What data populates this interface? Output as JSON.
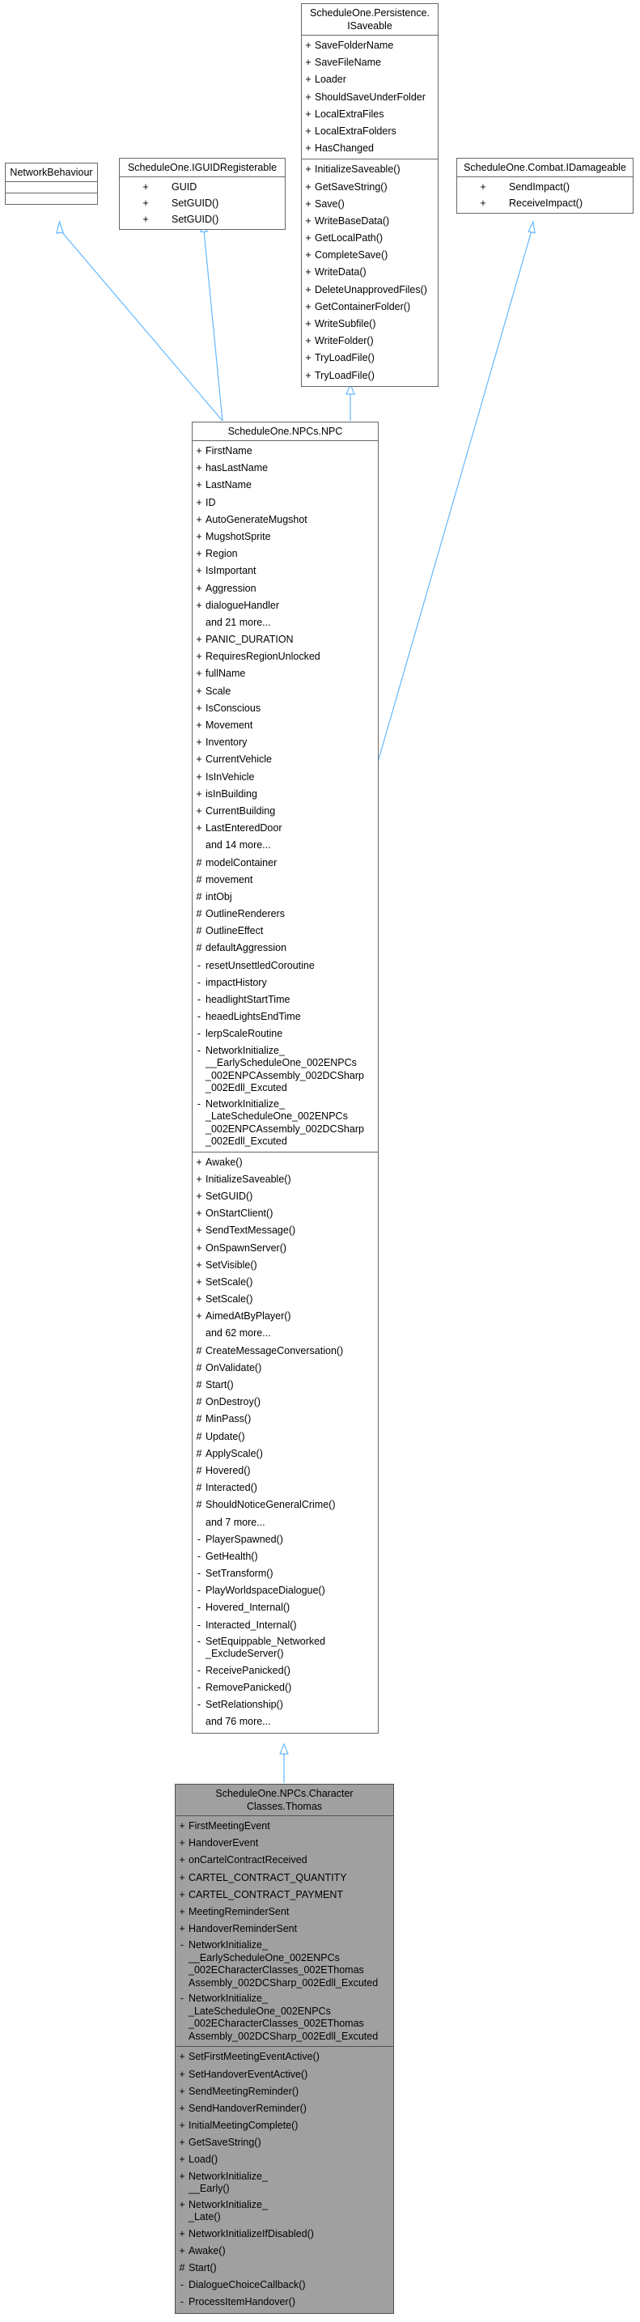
{
  "network_behaviour": {
    "title": "NetworkBehaviour"
  },
  "iguid": {
    "title": "ScheduleOne.IGUIDRegisterable",
    "methods": [
      {
        "vis": "+",
        "name": "GUID"
      },
      {
        "vis": "+",
        "name": "SetGUID()"
      },
      {
        "vis": "+",
        "name": "SetGUID()"
      }
    ]
  },
  "isaveable": {
    "title_line1": "ScheduleOne.Persistence.",
    "title_line2": "ISaveable",
    "attributes": [
      {
        "vis": "+",
        "name": "SaveFolderName"
      },
      {
        "vis": "+",
        "name": "SaveFileName"
      },
      {
        "vis": "+",
        "name": "Loader"
      },
      {
        "vis": "+",
        "name": "ShouldSaveUnderFolder"
      },
      {
        "vis": "+",
        "name": "LocalExtraFiles"
      },
      {
        "vis": "+",
        "name": "LocalExtraFolders"
      },
      {
        "vis": "+",
        "name": "HasChanged"
      }
    ],
    "methods": [
      {
        "vis": "+",
        "name": "InitializeSaveable()"
      },
      {
        "vis": "+",
        "name": "GetSaveString()"
      },
      {
        "vis": "+",
        "name": "Save()"
      },
      {
        "vis": "+",
        "name": "WriteBaseData()"
      },
      {
        "vis": "+",
        "name": "GetLocalPath()"
      },
      {
        "vis": "+",
        "name": "CompleteSave()"
      },
      {
        "vis": "+",
        "name": "WriteData()"
      },
      {
        "vis": "+",
        "name": "DeleteUnapprovedFiles()"
      },
      {
        "vis": "+",
        "name": "GetContainerFolder()"
      },
      {
        "vis": "+",
        "name": "WriteSubfile()"
      },
      {
        "vis": "+",
        "name": "WriteFolder()"
      },
      {
        "vis": "+",
        "name": "TryLoadFile()"
      },
      {
        "vis": "+",
        "name": "TryLoadFile()"
      }
    ]
  },
  "idamageable": {
    "title": "ScheduleOne.Combat.IDamageable",
    "methods": [
      {
        "vis": "+",
        "name": "SendImpact()"
      },
      {
        "vis": "+",
        "name": "ReceiveImpact()"
      }
    ]
  },
  "npc": {
    "title": "ScheduleOne.NPCs.NPC",
    "attributes": [
      {
        "vis": "+",
        "name": "FirstName"
      },
      {
        "vis": "+",
        "name": "hasLastName"
      },
      {
        "vis": "+",
        "name": "LastName"
      },
      {
        "vis": "+",
        "name": "ID"
      },
      {
        "vis": "+",
        "name": "AutoGenerateMugshot"
      },
      {
        "vis": "+",
        "name": "MugshotSprite"
      },
      {
        "vis": "+",
        "name": "Region"
      },
      {
        "vis": "+",
        "name": "IsImportant"
      },
      {
        "vis": "+",
        "name": "Aggression"
      },
      {
        "vis": "+",
        "name": "dialogueHandler"
      },
      {
        "vis": "",
        "name": "and 21 more..."
      },
      {
        "vis": "+",
        "name": "PANIC_DURATION"
      },
      {
        "vis": "+",
        "name": "RequiresRegionUnlocked"
      },
      {
        "vis": "+",
        "name": "fullName"
      },
      {
        "vis": "+",
        "name": "Scale"
      },
      {
        "vis": "+",
        "name": "IsConscious"
      },
      {
        "vis": "+",
        "name": "Movement"
      },
      {
        "vis": "+",
        "name": "Inventory"
      },
      {
        "vis": "+",
        "name": "CurrentVehicle"
      },
      {
        "vis": "+",
        "name": "IsInVehicle"
      },
      {
        "vis": "+",
        "name": "isInBuilding"
      },
      {
        "vis": "+",
        "name": "CurrentBuilding"
      },
      {
        "vis": "+",
        "name": "LastEnteredDoor"
      },
      {
        "vis": "",
        "name": "and 14 more..."
      },
      {
        "vis": "#",
        "name": "modelContainer"
      },
      {
        "vis": "#",
        "name": "movement"
      },
      {
        "vis": "#",
        "name": "intObj"
      },
      {
        "vis": "#",
        "name": "OutlineRenderers"
      },
      {
        "vis": "#",
        "name": "OutlineEffect"
      },
      {
        "vis": "#",
        "name": "defaultAggression"
      },
      {
        "vis": "-",
        "name": "resetUnsettledCoroutine"
      },
      {
        "vis": "-",
        "name": "impactHistory"
      },
      {
        "vis": "-",
        "name": "headlightStartTime"
      },
      {
        "vis": "-",
        "name": "heaedLightsEndTime"
      },
      {
        "vis": "-",
        "name": "lerpScaleRoutine"
      },
      {
        "vis": "-",
        "name": "NetworkInitialize_\n__EarlyScheduleOne_002ENPCs\n_002ENPCAssembly_002DCSharp\n_002Edll_Excuted",
        "multi": true
      },
      {
        "vis": "-",
        "name": "NetworkInitialize_\n_LateScheduleOne_002ENPCs\n_002ENPCAssembly_002DCSharp\n_002Edll_Excuted",
        "multi": true
      }
    ],
    "methods": [
      {
        "vis": "+",
        "name": "Awake()"
      },
      {
        "vis": "+",
        "name": "InitializeSaveable()"
      },
      {
        "vis": "+",
        "name": "SetGUID()"
      },
      {
        "vis": "+",
        "name": "OnStartClient()"
      },
      {
        "vis": "+",
        "name": "SendTextMessage()"
      },
      {
        "vis": "+",
        "name": "OnSpawnServer()"
      },
      {
        "vis": "+",
        "name": "SetVisible()"
      },
      {
        "vis": "+",
        "name": "SetScale()"
      },
      {
        "vis": "+",
        "name": "SetScale()"
      },
      {
        "vis": "+",
        "name": "AimedAtByPlayer()"
      },
      {
        "vis": "",
        "name": "and 62 more..."
      },
      {
        "vis": "#",
        "name": "CreateMessageConversation()"
      },
      {
        "vis": "#",
        "name": "OnValidate()"
      },
      {
        "vis": "#",
        "name": "Start()"
      },
      {
        "vis": "#",
        "name": "OnDestroy()"
      },
      {
        "vis": "#",
        "name": "MinPass()"
      },
      {
        "vis": "#",
        "name": "Update()"
      },
      {
        "vis": "#",
        "name": "ApplyScale()"
      },
      {
        "vis": "#",
        "name": "Hovered()"
      },
      {
        "vis": "#",
        "name": "Interacted()"
      },
      {
        "vis": "#",
        "name": "ShouldNoticeGeneralCrime()"
      },
      {
        "vis": "",
        "name": "and 7 more..."
      },
      {
        "vis": "-",
        "name": "PlayerSpawned()"
      },
      {
        "vis": "-",
        "name": "GetHealth()"
      },
      {
        "vis": "-",
        "name": "SetTransform()"
      },
      {
        "vis": "-",
        "name": "PlayWorldspaceDialogue()"
      },
      {
        "vis": "-",
        "name": "Hovered_Internal()"
      },
      {
        "vis": "-",
        "name": "Interacted_Internal()"
      },
      {
        "vis": "-",
        "name": "SetEquippable_Networked\n_ExcludeServer()",
        "multi": true
      },
      {
        "vis": "-",
        "name": "ReceivePanicked()"
      },
      {
        "vis": "-",
        "name": "RemovePanicked()"
      },
      {
        "vis": "-",
        "name": "SetRelationship()"
      },
      {
        "vis": "",
        "name": "and 76 more..."
      }
    ]
  },
  "thomas": {
    "title_line1": "ScheduleOne.NPCs.Character",
    "title_line2": "Classes.Thomas",
    "attributes": [
      {
        "vis": "+",
        "name": "FirstMeetingEvent"
      },
      {
        "vis": "+",
        "name": "HandoverEvent"
      },
      {
        "vis": "+",
        "name": "onCartelContractReceived"
      },
      {
        "vis": "+",
        "name": "CARTEL_CONTRACT_QUANTITY"
      },
      {
        "vis": "+",
        "name": "CARTEL_CONTRACT_PAYMENT"
      },
      {
        "vis": "+",
        "name": "MeetingReminderSent"
      },
      {
        "vis": "+",
        "name": "HandoverReminderSent"
      },
      {
        "vis": "-",
        "name": "NetworkInitialize_\n__EarlyScheduleOne_002ENPCs\n_002ECharacterClasses_002EThomas\nAssembly_002DCSharp_002Edll_Excuted",
        "multi": true
      },
      {
        "vis": "-",
        "name": "NetworkInitialize_\n_LateScheduleOne_002ENPCs\n_002ECharacterClasses_002EThomas\nAssembly_002DCSharp_002Edll_Excuted",
        "multi": true
      }
    ],
    "methods": [
      {
        "vis": "+",
        "name": "SetFirstMeetingEventActive()"
      },
      {
        "vis": "+",
        "name": "SetHandoverEventActive()"
      },
      {
        "vis": "+",
        "name": "SendMeetingReminder()"
      },
      {
        "vis": "+",
        "name": "SendHandoverReminder()"
      },
      {
        "vis": "+",
        "name": "InitialMeetingComplete()"
      },
      {
        "vis": "+",
        "name": "GetSaveString()"
      },
      {
        "vis": "+",
        "name": "Load()"
      },
      {
        "vis": "+",
        "name": "NetworkInitialize_\n__Early()",
        "multi": true
      },
      {
        "vis": "+",
        "name": "NetworkInitialize_\n_Late()",
        "multi": true
      },
      {
        "vis": "+",
        "name": "NetworkInitializeIfDisabled()"
      },
      {
        "vis": "+",
        "name": "Awake()"
      },
      {
        "vis": "#",
        "name": "Start()"
      },
      {
        "vis": "-",
        "name": "DialogueChoiceCallback()"
      },
      {
        "vis": "-",
        "name": "ProcessItemHandover()"
      }
    ]
  },
  "colors": {
    "edge": "#63b8ff",
    "border": "#666666",
    "highlight_fill": "#a0a0a0"
  }
}
